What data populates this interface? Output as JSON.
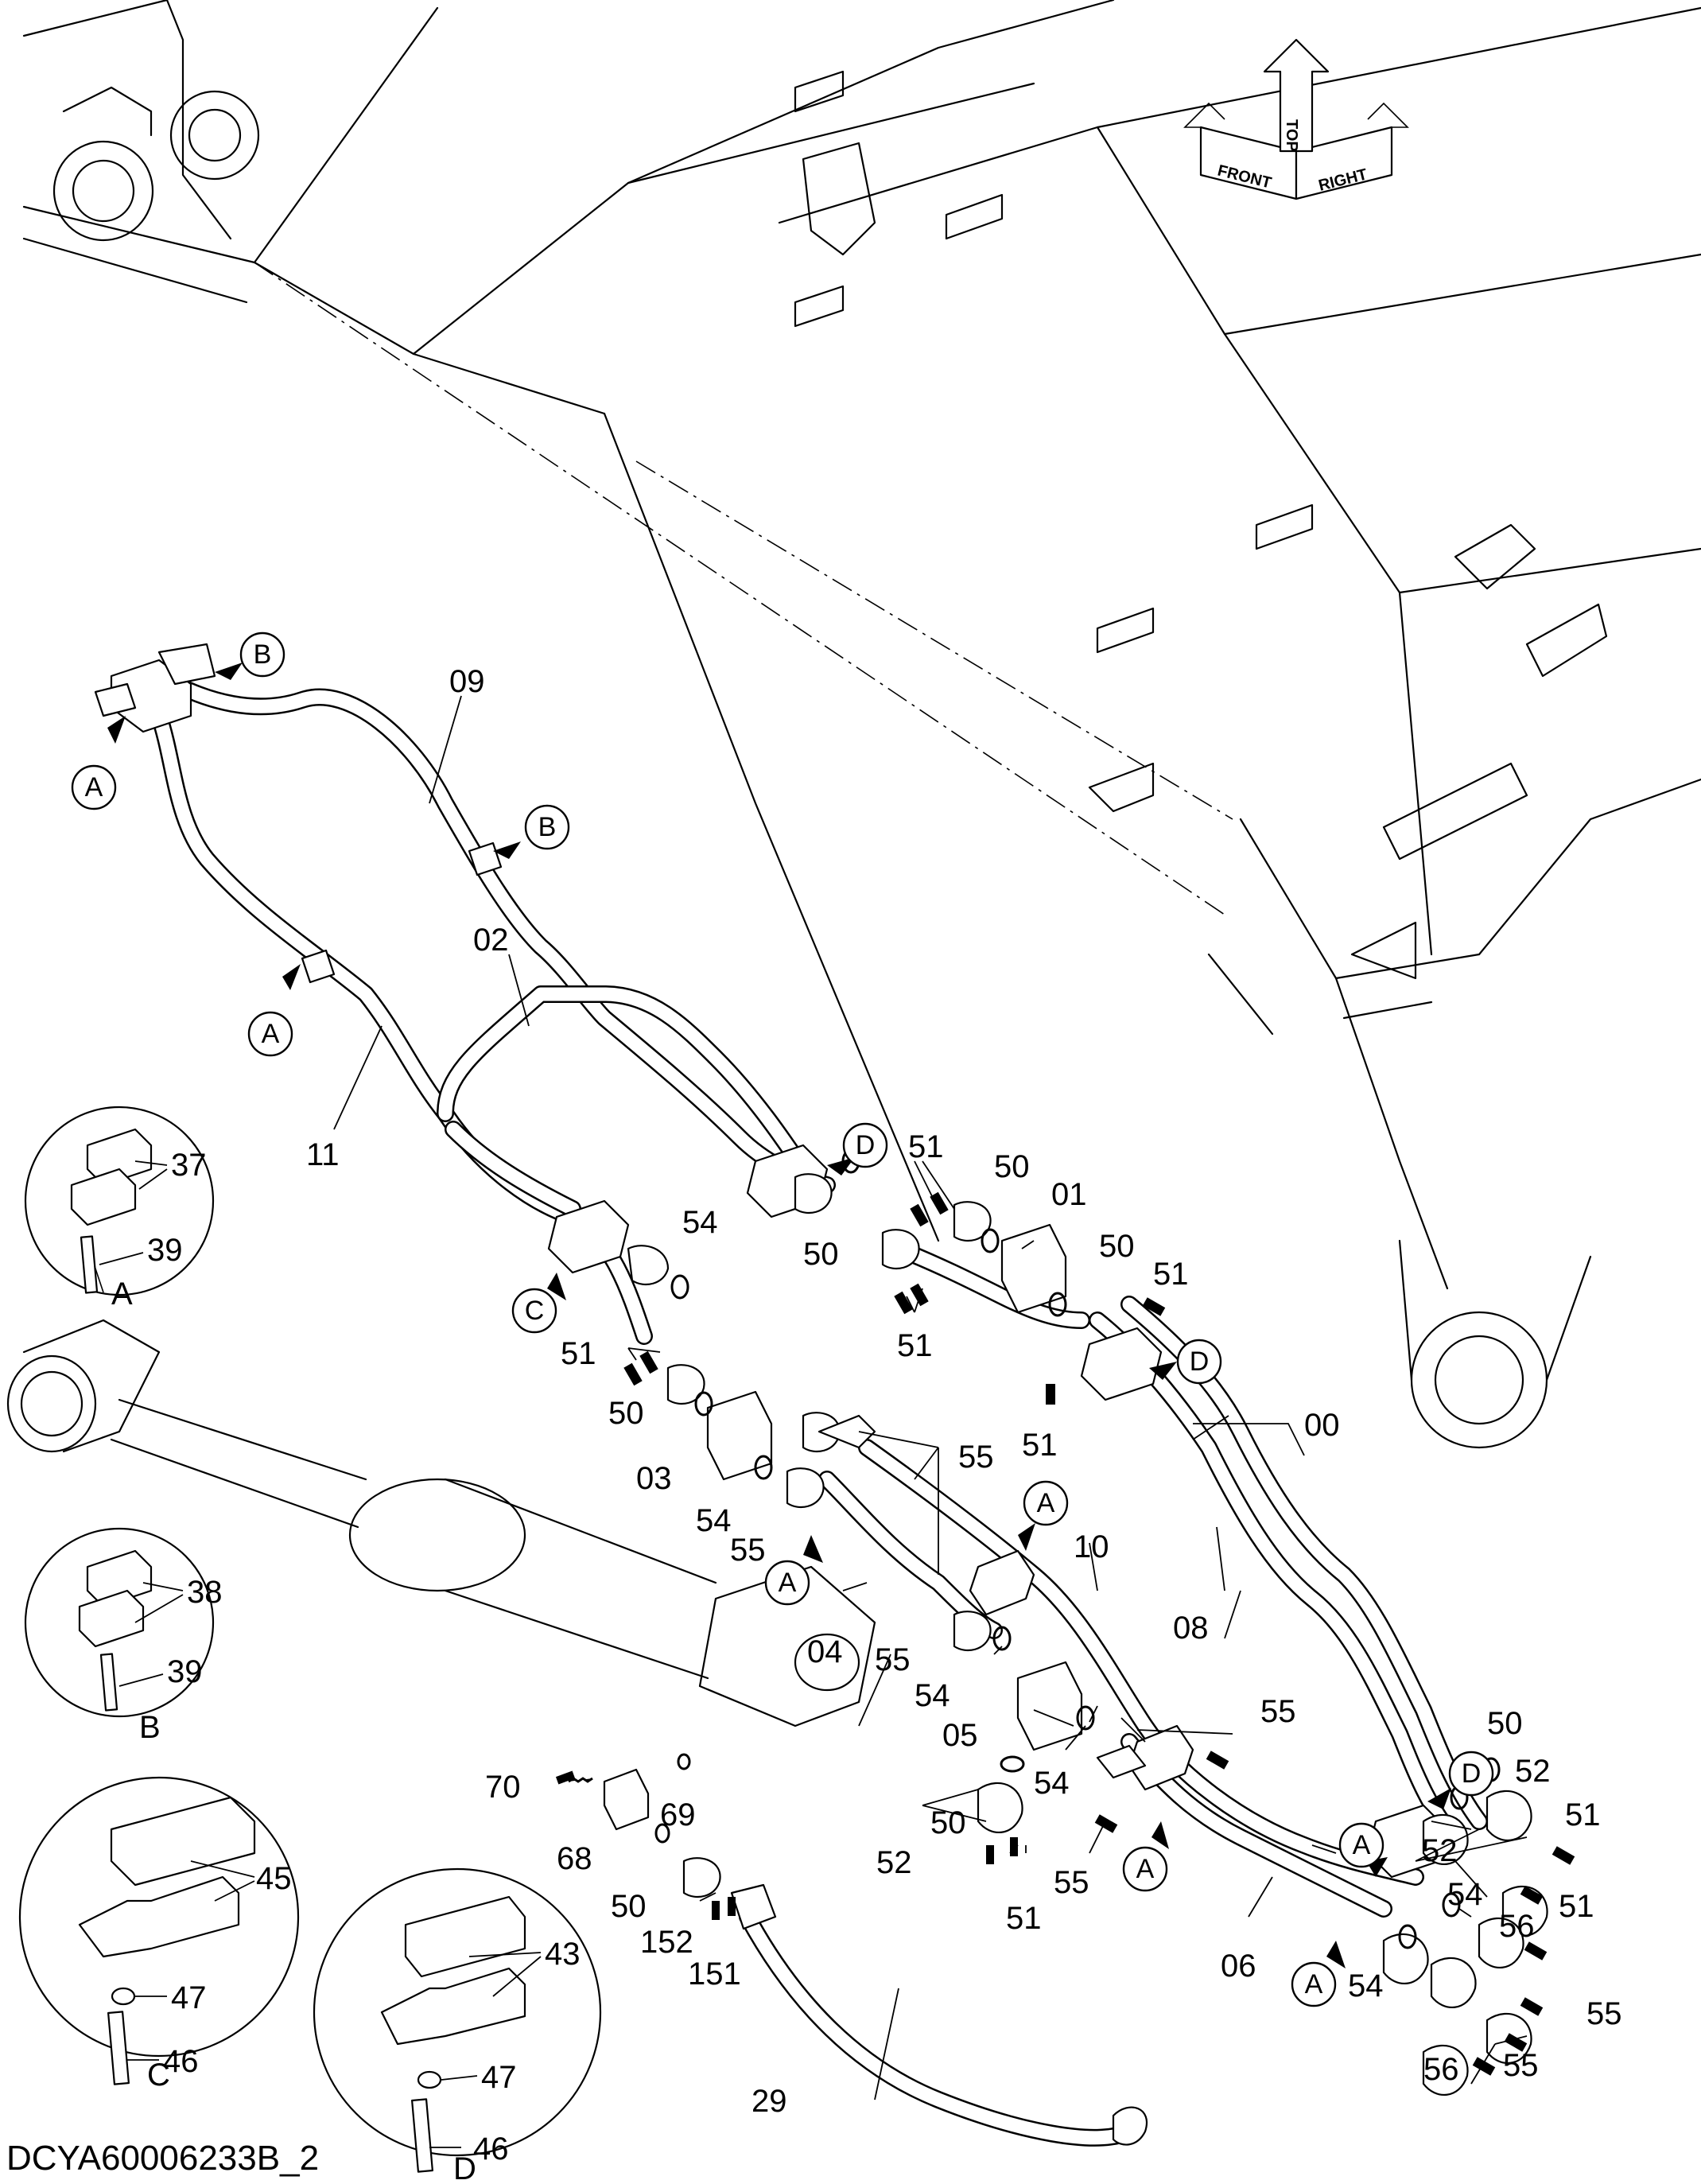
{
  "drawing_code": "DCYA60006233B_2",
  "orientation": {
    "front": "FRONT",
    "top": "TOP",
    "right": "RIGHT"
  },
  "part_labels": {
    "p00": "00",
    "p01": "01",
    "p02": "02",
    "p03": "03",
    "p04": "04",
    "p05": "05",
    "p06": "06",
    "p08": "08",
    "p09": "09",
    "p10": "10",
    "p11": "11",
    "p29": "29",
    "p37": "37",
    "p38": "38",
    "p39a": "39",
    "p39b": "39",
    "p43": "43",
    "p45": "45",
    "p46c": "46",
    "p46d": "46",
    "p47c": "47",
    "p47d": "47",
    "p50a": "50",
    "p50b": "50",
    "p50c": "50",
    "p50d": "50",
    "p50e": "50",
    "p50f": "50",
    "p50g": "50",
    "p51a": "51",
    "p51b": "51",
    "p51c": "51",
    "p51d": "51",
    "p51e": "51",
    "p51f": "51",
    "p51g": "51",
    "p51h": "51",
    "p52a": "52",
    "p52b": "52",
    "p52c": "52",
    "p54a": "54",
    "p54b": "54",
    "p54c": "54",
    "p54d": "54",
    "p54e": "54",
    "p54f": "54",
    "p55a": "55",
    "p55b": "55",
    "p55c": "55",
    "p55d": "55",
    "p55e": "55",
    "p55f": "55",
    "p55g": "55",
    "p56a": "56",
    "p56b": "56",
    "p68": "68",
    "p69": "69",
    "p70": "70",
    "p151": "151",
    "p152": "152"
  },
  "callouts": {
    "a1": "A",
    "a2": "A",
    "a3": "A",
    "a4": "A",
    "a5": "A",
    "a6": "A",
    "a7": "A",
    "b1": "B",
    "b2": "B",
    "c1": "C",
    "d1": "D",
    "d2": "D",
    "d3": "D"
  },
  "detail_views": {
    "A": "A",
    "B": "B",
    "C": "C",
    "D": "D"
  }
}
